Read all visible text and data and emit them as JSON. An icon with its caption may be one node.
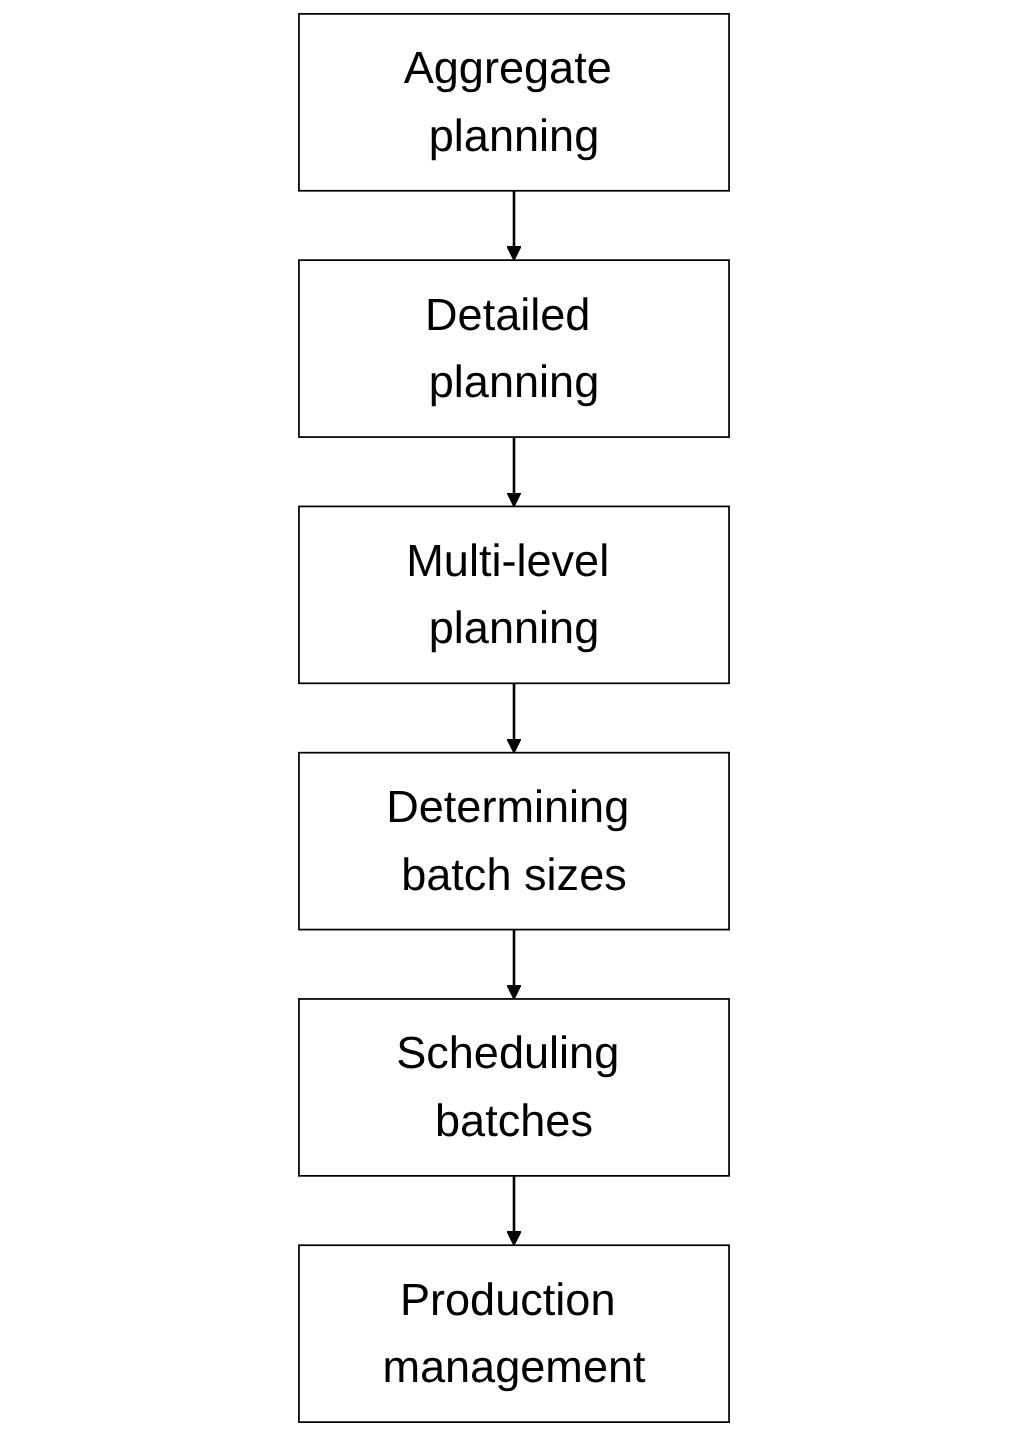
{
  "diagram": {
    "nodes": [
      {
        "text": [
          "Aggregate planning"
        ]
      },
      {
        "text": [
          "Detailed planning"
        ]
      },
      {
        "text": [
          "Multi-level planning"
        ]
      },
      {
        "text": [
          "Determining batch sizes"
        ]
      },
      {
        "text": [
          "Scheduling batches"
        ]
      },
      {
        "text": [
          "Production management"
        ]
      }
    ],
    "edges": [
      {
        "from": 0,
        "to": 1,
        "arrow": "to"
      },
      {
        "from": 1,
        "to": 2,
        "arrow": "to"
      },
      {
        "from": 2,
        "to": 3,
        "arrow": "to"
      },
      {
        "from": 3,
        "to": 4,
        "arrow": "to"
      },
      {
        "from": 4,
        "to": 5,
        "arrow": "to"
      }
    ]
  }
}
